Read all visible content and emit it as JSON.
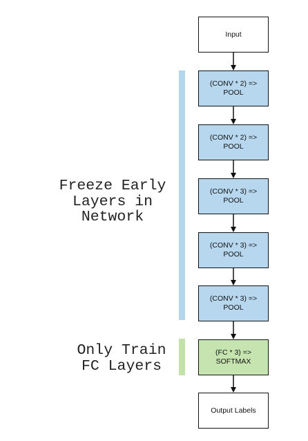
{
  "colors": {
    "frozen": "#b7d7ef",
    "trainable": "#c5e4af",
    "plain": "#ffffff",
    "bracket_frozen": "#b3d5ee",
    "bracket_train": "#c2e2a8",
    "stroke": "#111111"
  },
  "labels": {
    "freeze": "Freeze Early\nLayers in\nNetwork",
    "train": "Only Train\nFC Layers"
  },
  "nodes": [
    {
      "id": "input",
      "text": "Input",
      "style": "plain"
    },
    {
      "id": "conv-block-1",
      "text": "(CONV * 2) =>\nPOOL",
      "style": "frozen"
    },
    {
      "id": "conv-block-2",
      "text": "(CONV * 2) =>\nPOOL",
      "style": "frozen"
    },
    {
      "id": "conv-block-3",
      "text": "(CONV * 3) =>\nPOOL",
      "style": "frozen"
    },
    {
      "id": "conv-block-4",
      "text": "(CONV * 3) =>\nPOOL",
      "style": "frozen"
    },
    {
      "id": "conv-block-5",
      "text": "(CONV * 3) =>\nPOOL",
      "style": "frozen"
    },
    {
      "id": "fc-block",
      "text": "(FC * 3) =>\nSOFTMAX",
      "style": "trainable"
    },
    {
      "id": "output",
      "text": "Output Labels",
      "style": "plain"
    }
  ],
  "edges": [
    [
      "input",
      "conv-block-1"
    ],
    [
      "conv-block-1",
      "conv-block-2"
    ],
    [
      "conv-block-2",
      "conv-block-3"
    ],
    [
      "conv-block-3",
      "conv-block-4"
    ],
    [
      "conv-block-4",
      "conv-block-5"
    ],
    [
      "conv-block-5",
      "fc-block"
    ],
    [
      "fc-block",
      "output"
    ]
  ]
}
